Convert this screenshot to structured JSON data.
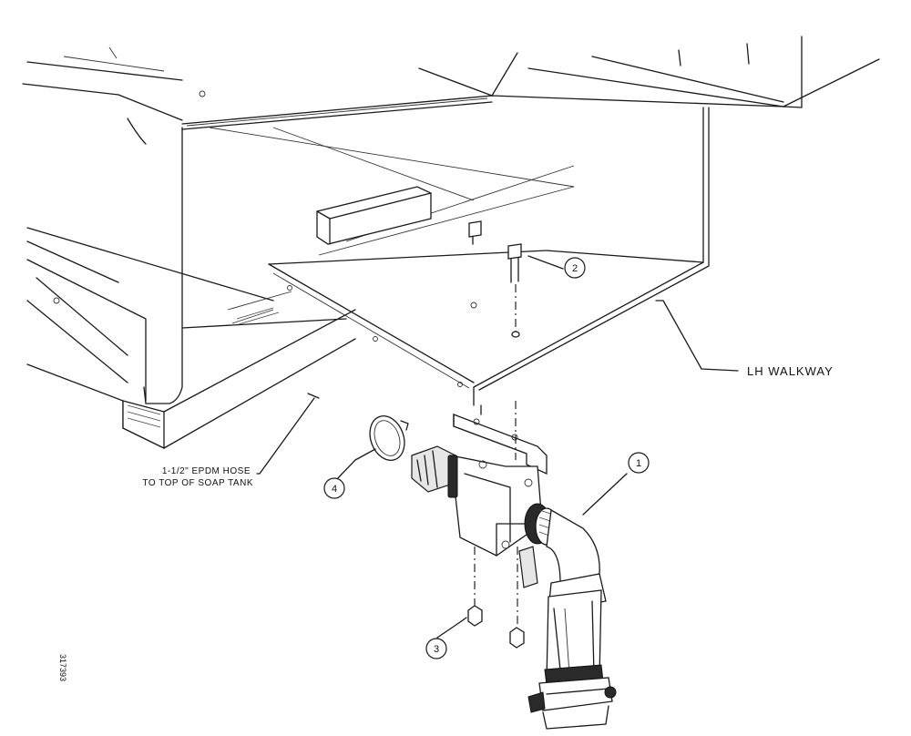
{
  "callouts": [
    {
      "number": "1"
    },
    {
      "number": "2"
    },
    {
      "number": "3"
    },
    {
      "number": "4"
    }
  ],
  "labels": {
    "walkway": "LH WALKWAY",
    "hose_line1": "1-1/2\" EPDM HOSE",
    "hose_line2": "TO TOP OF SOAP TANK"
  },
  "drawing_number": "317393"
}
